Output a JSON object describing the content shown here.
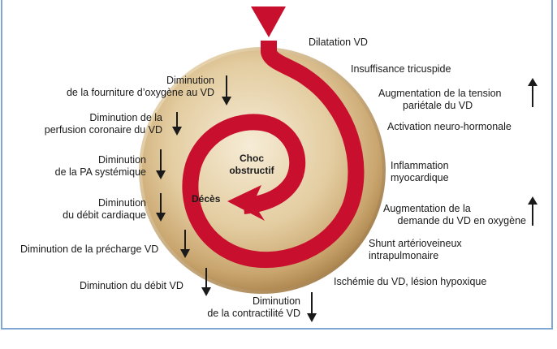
{
  "colors": {
    "spiral": "#c8102e",
    "disc_light": "#f1e3c6",
    "disc_dark": "#b08a52",
    "frame": "#7fa7d6"
  },
  "center": {
    "choc_line1": "Choc",
    "choc_line2": "obstructif",
    "deces": "Décès"
  },
  "right_labels": [
    {
      "line1": "Dilatation VD",
      "line2": ""
    },
    {
      "line1": "Insuffisance tricuspide",
      "line2": ""
    },
    {
      "line1": "Augmentation de la tension",
      "line2": "pariétale du VD",
      "arrow": "up"
    },
    {
      "line1": "Activation neuro-hormonale",
      "line2": ""
    },
    {
      "line1": "Inflammation",
      "line2": "myocardique"
    },
    {
      "line1": "Augmentation de la",
      "line2": "demande du VD en oxygène",
      "arrow": "up"
    },
    {
      "line1": "Shunt artérioveineux",
      "line2": "intrapulmonaire"
    },
    {
      "line1": "Ischémie du VD, lésion hypoxique",
      "line2": ""
    }
  ],
  "left_labels": [
    {
      "line1": "Diminution",
      "line2": "de la fourniture d’oxygène au VD",
      "arrow": "down"
    },
    {
      "line1": "Diminution de la",
      "line2": "perfusion coronaire du VD",
      "arrow": "down"
    },
    {
      "line1": "Diminution",
      "line2": "de la PA systémique",
      "arrow": "down"
    },
    {
      "line1": "Diminution",
      "line2": "du débit cardiaque",
      "arrow": "down"
    },
    {
      "line1": "Diminution de la précharge VD",
      "line2": "",
      "arrow": "down"
    },
    {
      "line1": "Diminution du débit VD",
      "line2": "",
      "arrow": "down"
    },
    {
      "line1": "Diminution",
      "line2": "de la contractilité VD",
      "arrow": "down"
    }
  ]
}
